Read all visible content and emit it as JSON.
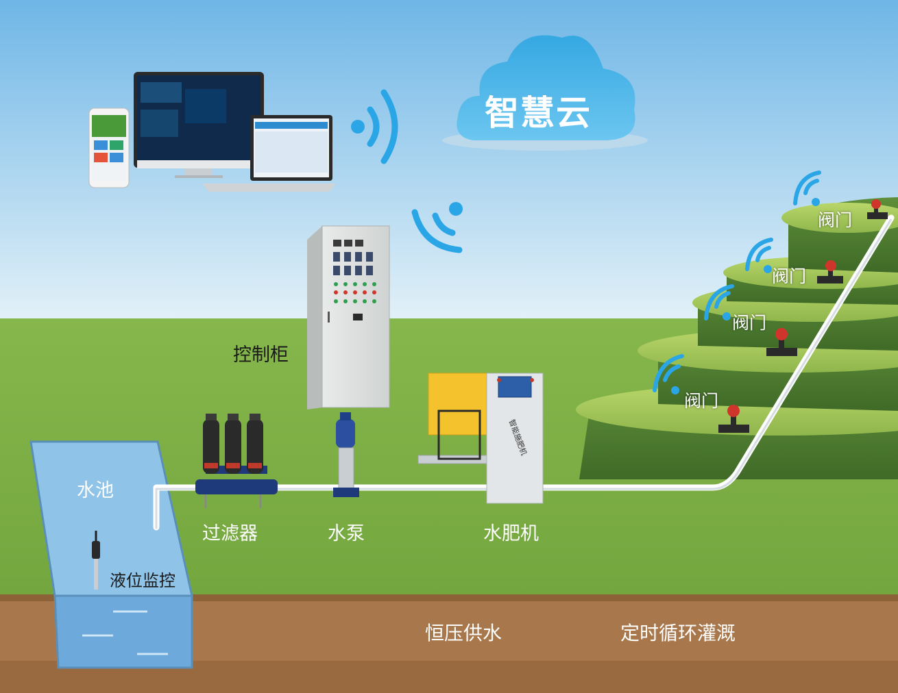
{
  "cloud": {
    "title": "智慧云"
  },
  "labels": {
    "control_cabinet": "控制柜",
    "pool": "水池",
    "filter": "过滤器",
    "pump": "水泵",
    "fertilizer_machine": "水肥机",
    "level_monitor": "液位监控",
    "constant_pressure": "恒压供水",
    "timed_irrigation": "定时循环灌溉"
  },
  "valves": [
    "阀门",
    "阀门",
    "阀门",
    "阀门"
  ],
  "device_text": {
    "fertilizer_brand": "智能施肥机"
  },
  "colors": {
    "sky_top": "#6fb6e6",
    "sky_bottom": "#dff0f8",
    "grass": "#7fb24a",
    "soil": "#a8764a",
    "water": "#6ea9dc",
    "wifi": "#2aa6e6",
    "cloud": "#4cb8ea"
  }
}
